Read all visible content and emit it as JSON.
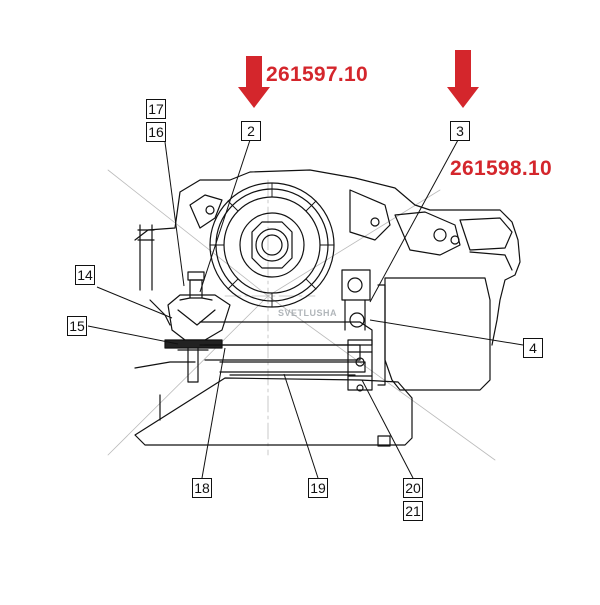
{
  "part_numbers": {
    "left": "261597.10",
    "right": "261598.10"
  },
  "callouts": {
    "c17": "17",
    "c16": "16",
    "c2": "2",
    "c3": "3",
    "c14": "14",
    "c15": "15",
    "c4": "4",
    "c18": "18",
    "c19": "19",
    "c20": "20",
    "c21": "21"
  },
  "watermark": "SVETLUSHA",
  "colors": {
    "part_number": "#d4262c",
    "line": "#111111"
  },
  "icons": {
    "arrow": "down-arrow-icon"
  }
}
